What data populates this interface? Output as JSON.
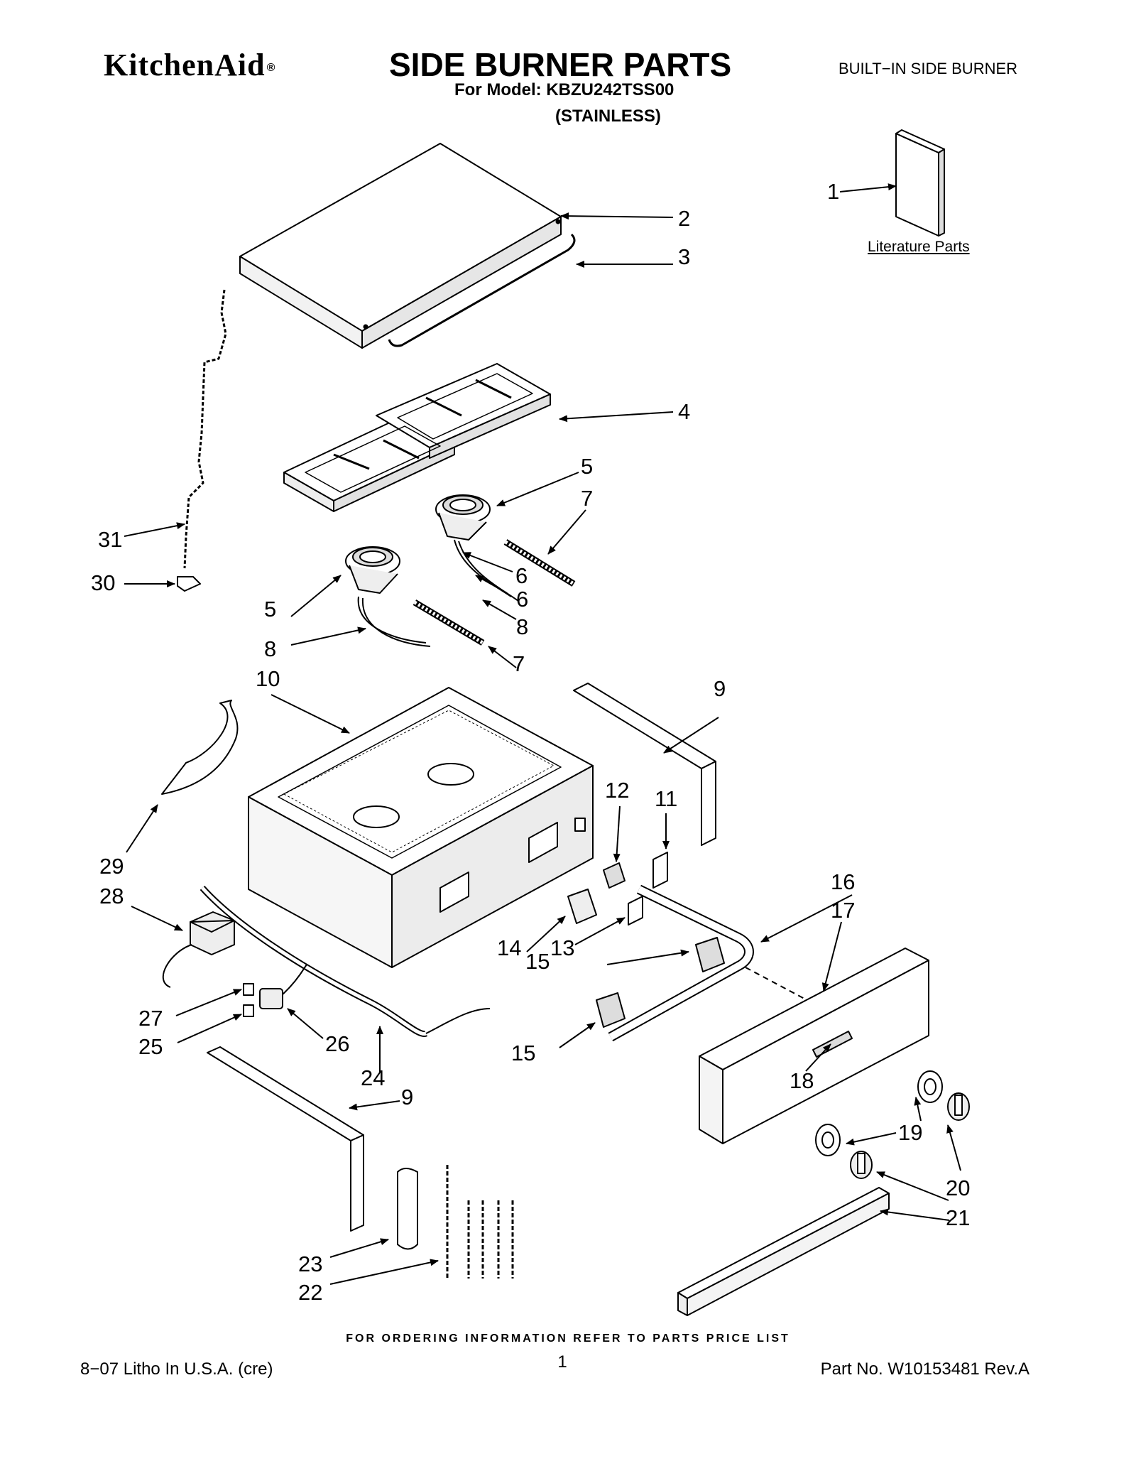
{
  "header": {
    "brand": "KitchenAid",
    "brand_mark": "®",
    "title": "SIDE BURNER PARTS",
    "model_line": "For Model: KBZU242TSS00",
    "finish": "(STAINLESS)",
    "category": "BUILT−IN SIDE BURNER"
  },
  "diagram": {
    "literature_label": "Literature Parts",
    "callouts": [
      "1",
      "2",
      "3",
      "4",
      "5",
      "7",
      "6",
      "6",
      "8",
      "31",
      "30",
      "5",
      "8",
      "7",
      "10",
      "9",
      "12",
      "11",
      "29",
      "28",
      "16",
      "17",
      "14",
      "13",
      "15",
      "27",
      "25",
      "26",
      "24",
      "15",
      "9",
      "18",
      "19",
      "20",
      "21",
      "23",
      "22"
    ]
  },
  "footer": {
    "ordering_note": "FOR ORDERING INFORMATION REFER TO PARTS PRICE LIST",
    "litho": "8−07 Litho In U.S.A. (cre)",
    "page_number": "1",
    "part_number": "Part No. W10153481 Rev.A"
  }
}
